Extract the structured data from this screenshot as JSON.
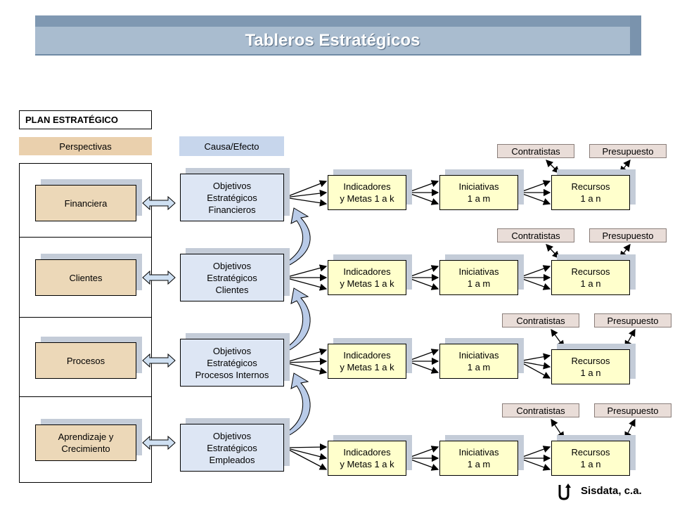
{
  "title": "Tableros Estratégicos",
  "plan_label": "PLAN ESTRATÉGICO",
  "perspectivas_label": "Perspectivas",
  "causa_label": "Causa/Efecto",
  "footer": "Sisdata, c.a.",
  "colors": {
    "banner": "#a9bccf",
    "objective": "#dde6f4",
    "indicator": "#ffffcc",
    "perspective": "#ecd8b8"
  },
  "rows": [
    {
      "perspective": "Financiera",
      "objective": "Objetivos\nEstratégicos\nFinancieros",
      "indicator": "Indicadores\ny Metas 1 a k",
      "initiative": "Iniciativas\n1 a m",
      "resource": "Recursos\n1 a n",
      "contractors": "Contratistas",
      "budget": "Presupuesto"
    },
    {
      "perspective": "Clientes",
      "objective": "Objetivos\nEstratégicos\nClientes",
      "indicator": "Indicadores\ny Metas 1 a k",
      "initiative": "Iniciativas\n1 a m",
      "resource": "Recursos\n1 a n",
      "contractors": "Contratistas",
      "budget": "Presupuesto"
    },
    {
      "perspective": "Procesos",
      "objective": "Objetivos\nEstratégicos\nProcesos Internos",
      "indicator": "Indicadores\ny Metas 1 a k",
      "initiative": "Iniciativas\n1 a m",
      "resource": "Recursos\n1 a n",
      "contractors": "Contratistas",
      "budget": "Presupuesto"
    },
    {
      "perspective": "Aprendizaje y\nCrecimiento",
      "objective": "Objetivos\nEstratégicos\nEmpleados",
      "indicator": "Indicadores\ny Metas 1 a k",
      "initiative": "Iniciativas\n1 a m",
      "resource": "Recursos\n1 a n",
      "contractors": "Contratistas",
      "budget": "Presupuesto"
    }
  ]
}
